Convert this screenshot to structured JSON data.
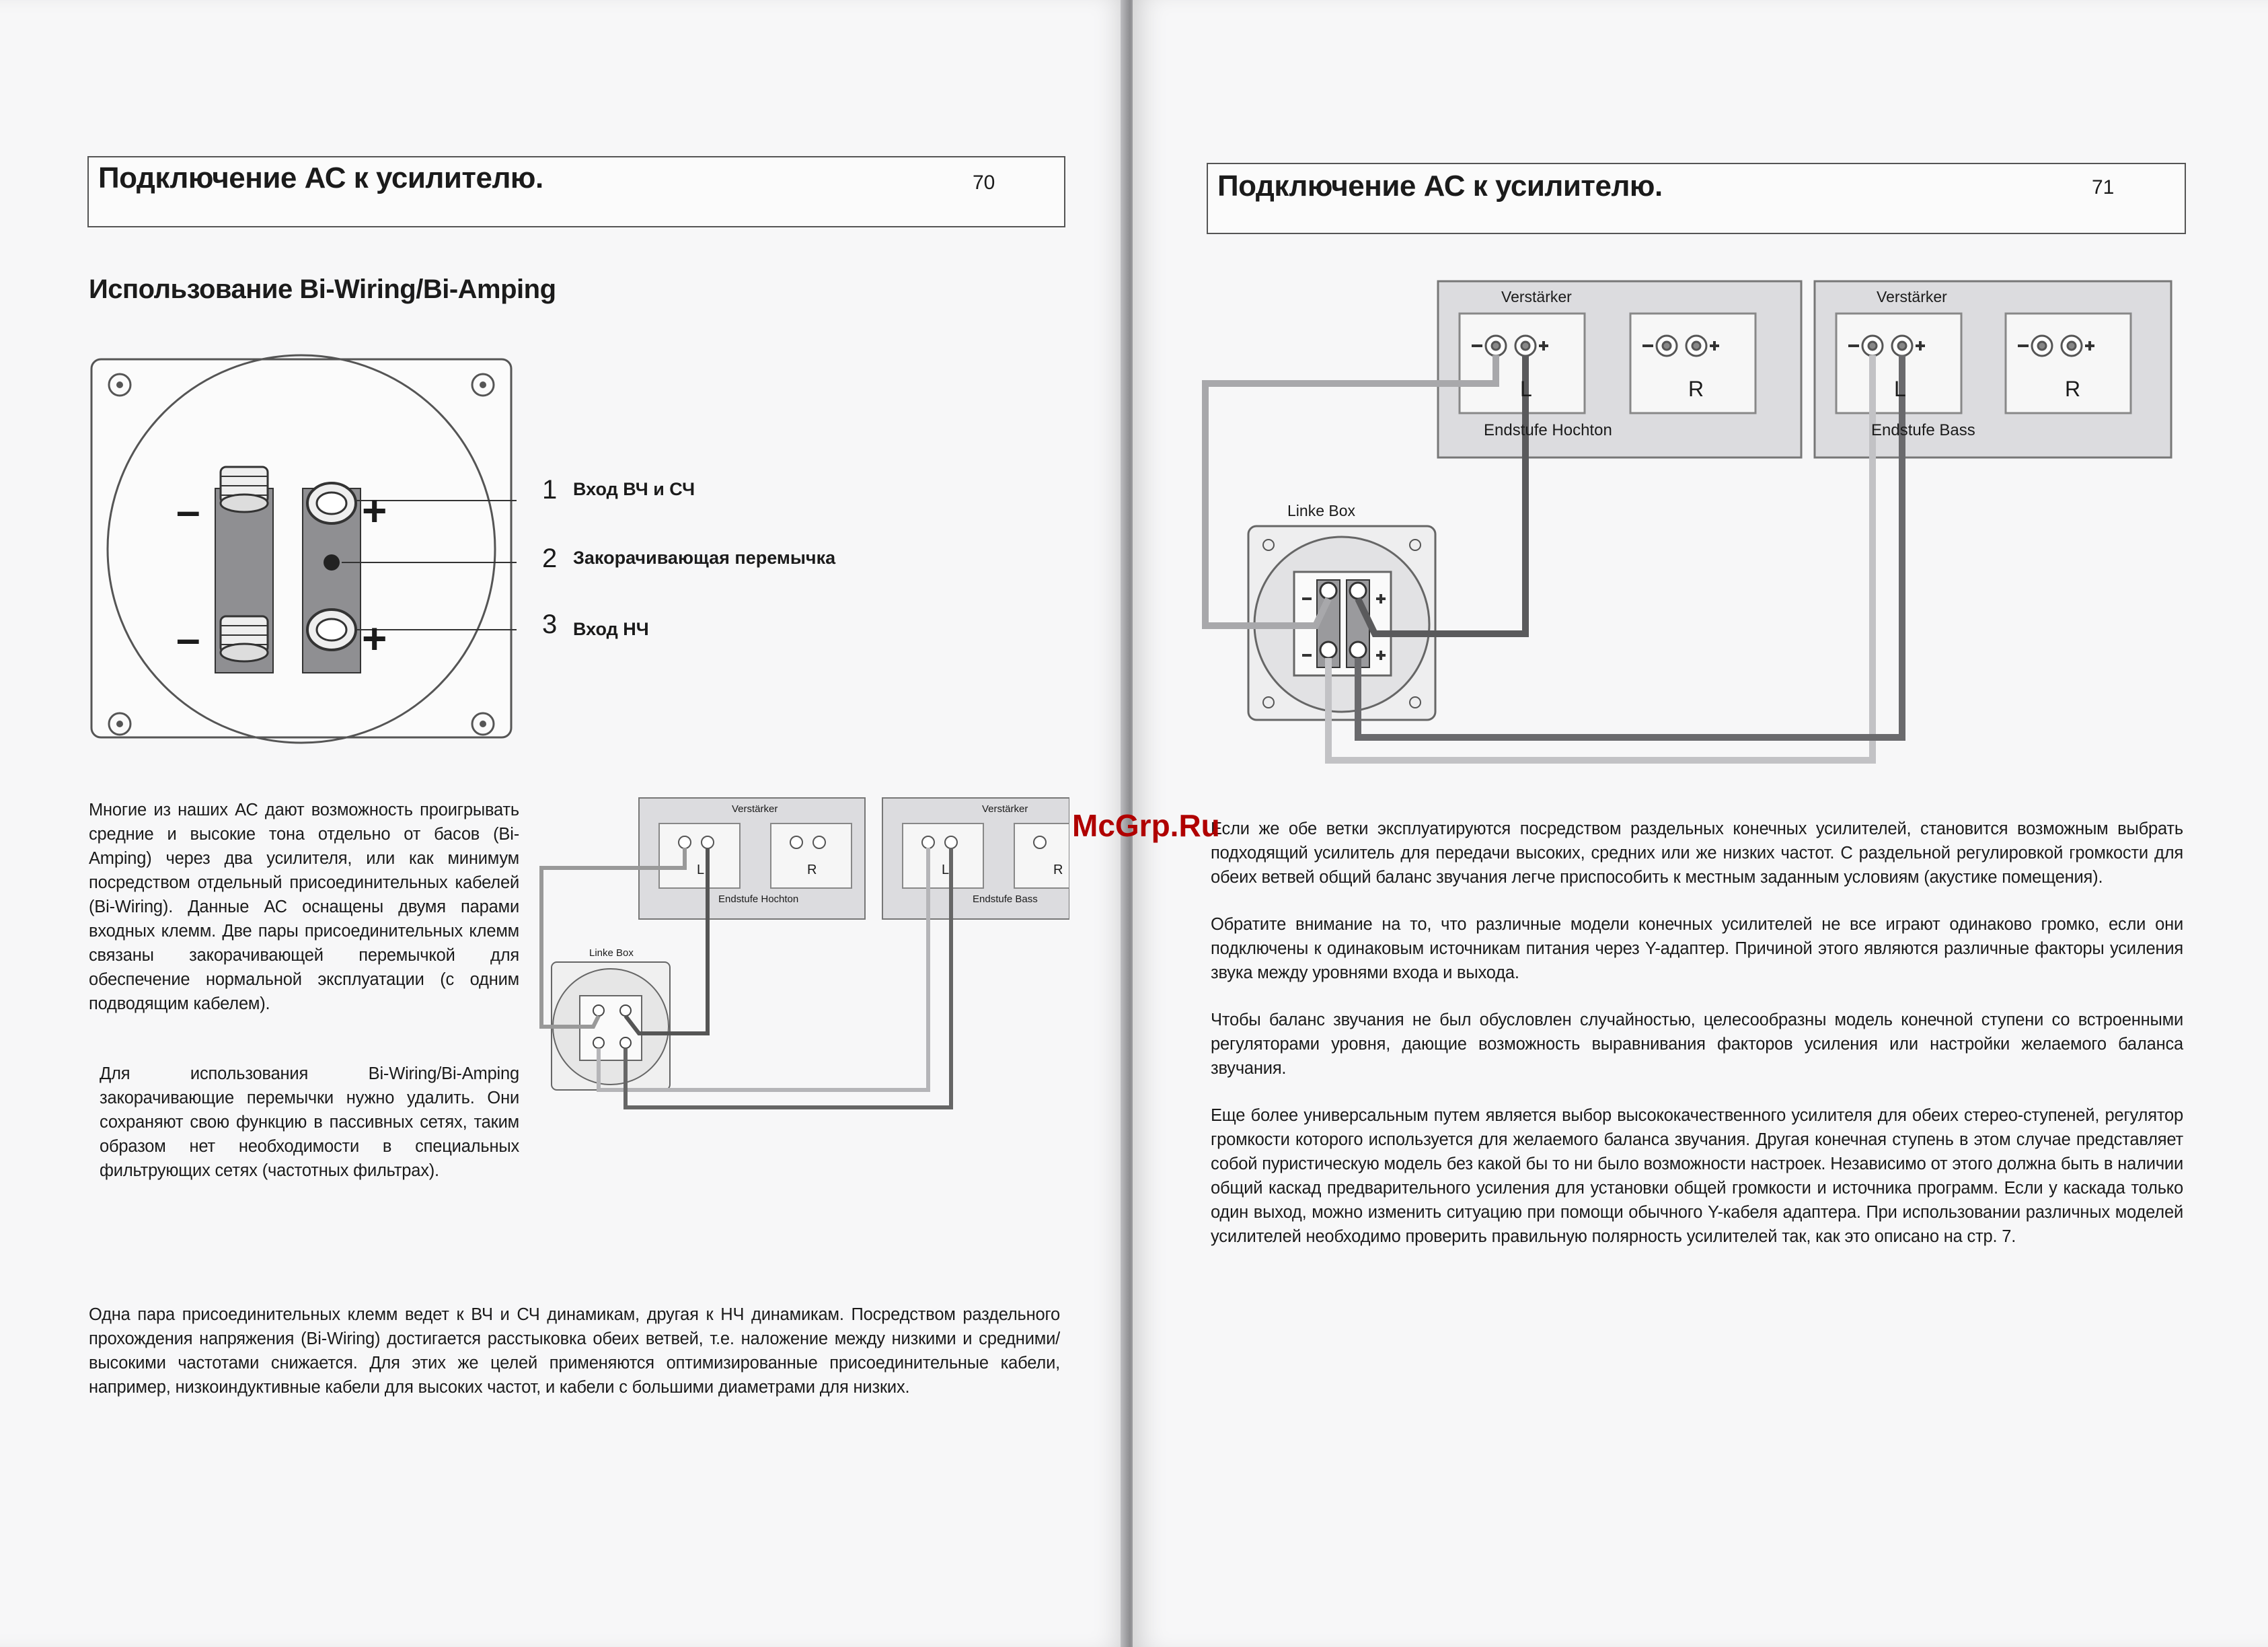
{
  "watermark": "McGrp.Ru",
  "left_page": {
    "header_title": "Подключение АС к усилителю.",
    "page_number": "70",
    "section_title": "Использование Bi-Wiring/Bi-Amping",
    "terminal_labels": [
      {
        "number": "1",
        "text": "Вход ВЧ и СЧ"
      },
      {
        "number": "2",
        "text": "Закорачивающая перемычка"
      },
      {
        "number": "3",
        "text": "Вход НЧ"
      }
    ],
    "terminal_signs": {
      "minus": "–",
      "plus": "+"
    },
    "paragraph_1": "Многие из наших АС дают возможность проигрывать средние и высокие тона отдельно от басов (Bi-Amping) через два усилителя, или как минимум посредством отдельный присоединительных кабелей (Bi-Wiring). Данные АС оснащены двумя парами входных клемм. Две пары присоединительных клемм связаны закорачивающей перемычкой для обеспечение нормальной эксплуатации (с одним подводящим кабелем).",
    "paragraph_2": "Для использования Bi-Wiring/Bi-Amping закорачивающие перемычки нужно удалить. Они сохраняют свою функцию в пассивных сетях, таким образом нет необходимости в специальных фильтрующих сетях (частотных фильтрах).",
    "paragraph_3": "Одна пара присоединительных клемм ведет к ВЧ и СЧ динамикам, другая к НЧ динамикам. Посредством раздельного прохождения напряжения (Bi-Wiring) достигается расстыковка обеих ветвей, т.е. наложение между низкими и средними/высокими частотами снижается. Для этих же целей применяются оптимизированные присоединительные кабели, например, низкоиндуктивные кабели для высоких частот, и кабели с большими диаметрами для низких.",
    "small_diagram": {
      "amp_label": "Verstärker",
      "amp1_caption": "Endstufe Hochton",
      "amp2_caption": "Endstufe Bass",
      "channel_left": "L",
      "channel_right": "R",
      "box_label": "Linke Box"
    }
  },
  "right_page": {
    "header_title": "Подключение АС к усилителю.",
    "page_number": "71",
    "diagram": {
      "amp_label": "Verstärker",
      "amp1_caption": "Endstufe Hochton",
      "amp2_caption": "Endstufe Bass",
      "channel_left": "L",
      "channel_right": "R",
      "box_label": "Linke Box"
    },
    "paragraph_1": "Если же обе ветки эксплуатируются посредством раздельных конечных усилителей, становится возможным выбрать подходящий усилитель для передачи высоких, средних или же низких частот. С раздельной регулировкой громкости для обеих ветвей общий баланс звучания легче приспособить к местным заданным условиям (акустике помещения).",
    "paragraph_2": "Обратите внимание на то, что различные модели конечных усилителей не все играют одинаково громко, если они подключены к одинаковым источникам питания через Y-адаптер. Причиной этого являются различные факторы усиления звука между уровнями входа и выхода.",
    "paragraph_3": "Чтобы баланс звучания не был обусловлен случайностью, целесообразны модель конечной ступени со встроенными регуляторами уровня, дающие возможность выравнивания факторов усиления или настройки желаемого баланса звучания.",
    "paragraph_4": "Еще более универсальным путем является выбор высококачественного усилителя для обеих стерео-ступеней, регулятор громкости которого используется для желаемого баланса звучания. Другая конечная ступень в этом случае представляет собой пуристическую модель без какой бы то ни было возможности настроек. Независимо от этого должна быть в наличии общий каскад предварительного усиления для установки общей громкости и источника программ. Если у каскада только один выход, можно изменить ситуацию при помощи  обычного Y-кабеля адаптера. При использовании различных моделей усилителей необходимо проверить правильную полярность усилителей так, как это описано на стр. 7."
  }
}
